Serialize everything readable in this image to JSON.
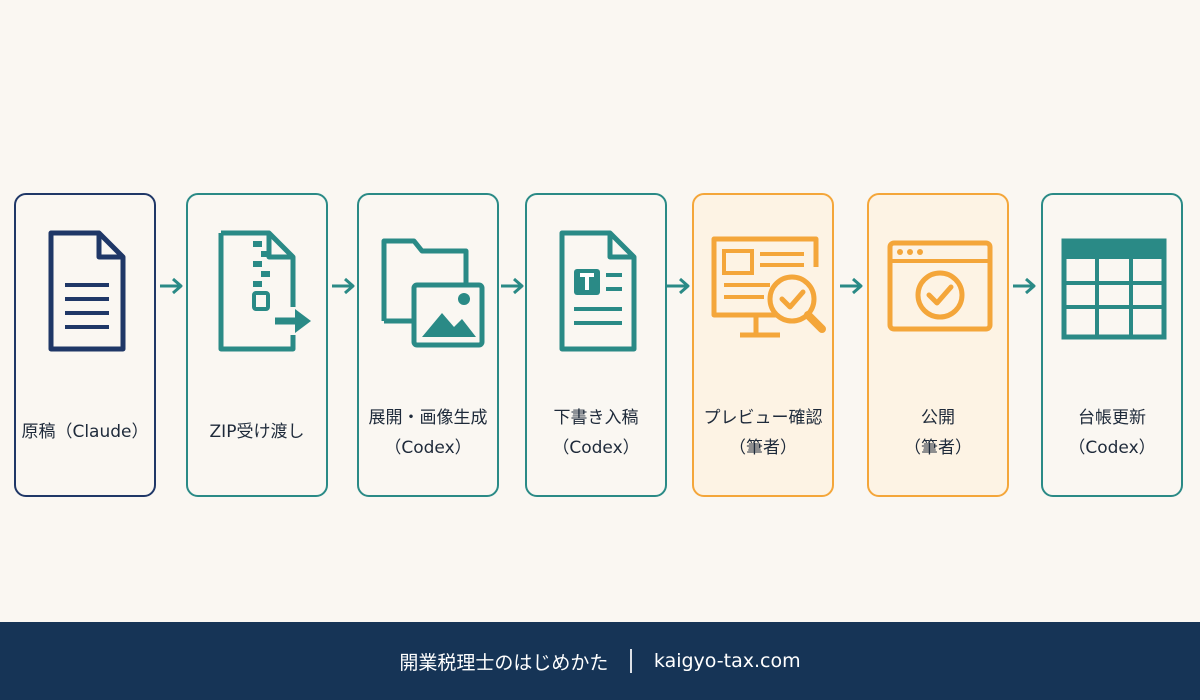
{
  "steps": [
    {
      "line1": "原稿（Claude）",
      "line2": "",
      "icon": "document-icon",
      "color": "#1f3767"
    },
    {
      "line1": "ZIP受け渡し",
      "line2": "",
      "icon": "zip-transfer-icon",
      "color": "#2a8a86"
    },
    {
      "line1": "展開・画像生成",
      "line2": "（Codex）",
      "icon": "folder-image-icon",
      "color": "#2a8a86"
    },
    {
      "line1": "下書き入稿",
      "line2": "（Codex）",
      "icon": "text-document-icon",
      "color": "#2a8a86"
    },
    {
      "line1": "プレビュー確認",
      "line2": "（筆者）",
      "icon": "preview-check-icon",
      "color": "#f4a63a"
    },
    {
      "line1": "公開",
      "line2": "（筆者）",
      "icon": "browser-check-icon",
      "color": "#f4a63a"
    },
    {
      "line1": "台帳更新",
      "line2": "（Codex）",
      "icon": "spreadsheet-icon",
      "color": "#2a8a86"
    }
  ],
  "footer": {
    "site_name": "開業税理士のはじめかた",
    "domain": "kaigyo-tax.com"
  }
}
